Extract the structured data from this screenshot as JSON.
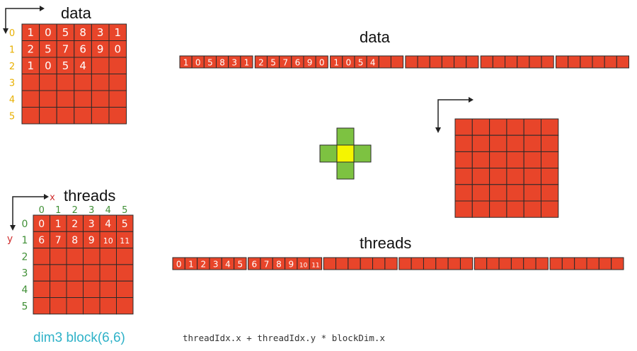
{
  "labels": {
    "data_top_left": "data",
    "data_center": "data",
    "threads_left": "threads",
    "threads_center": "threads",
    "axis_x": "x",
    "axis_y": "y",
    "block_decl": "dim3 block(6,6)",
    "index_formula": "threadIdx.x + threadIdx.y * blockDim.x"
  },
  "data_grid": {
    "row_indices": [
      "0",
      "1",
      "2",
      "3",
      "4",
      "5"
    ],
    "rows": [
      [
        "1",
        "0",
        "5",
        "8",
        "3",
        "1"
      ],
      [
        "2",
        "5",
        "7",
        "6",
        "9",
        "0"
      ],
      [
        "1",
        "0",
        "5",
        "4",
        "",
        ""
      ],
      [
        "",
        "",
        "",
        "",
        "",
        ""
      ],
      [
        "",
        "",
        "",
        "",
        "",
        ""
      ],
      [
        "",
        "",
        "",
        "",
        "",
        ""
      ]
    ]
  },
  "thread_grid": {
    "col_indices": [
      "0",
      "1",
      "2",
      "3",
      "4",
      "5"
    ],
    "row_indices": [
      "0",
      "1",
      "2",
      "3",
      "4",
      "5"
    ],
    "rows": [
      [
        "0",
        "1",
        "2",
        "3",
        "4",
        "5"
      ],
      [
        "6",
        "7",
        "8",
        "9",
        "10",
        "11"
      ],
      [
        "",
        "",
        "",
        "",
        "",
        ""
      ],
      [
        "",
        "",
        "",
        "",
        "",
        ""
      ],
      [
        "",
        "",
        "",
        "",
        "",
        ""
      ],
      [
        "",
        "",
        "",
        "",
        "",
        ""
      ]
    ]
  },
  "data_linear": [
    [
      "1",
      "0",
      "5",
      "8",
      "3",
      "1"
    ],
    [
      "2",
      "5",
      "7",
      "6",
      "9",
      "0"
    ],
    [
      "1",
      "0",
      "5",
      "4",
      "",
      ""
    ],
    [
      "",
      "",
      "",
      "",
      "",
      ""
    ],
    [
      "",
      "",
      "",
      "",
      "",
      ""
    ],
    [
      "",
      "",
      "",
      "",
      "",
      ""
    ]
  ],
  "threads_linear": [
    [
      "0",
      "1",
      "2",
      "3",
      "4",
      "5"
    ],
    [
      "6",
      "7",
      "8",
      "9",
      "10",
      "11"
    ],
    [
      "",
      "",
      "",
      "",
      "",
      ""
    ],
    [
      "",
      "",
      "",
      "",
      "",
      ""
    ],
    [
      "",
      "",
      "",
      "",
      "",
      ""
    ],
    [
      "",
      "",
      "",
      "",
      "",
      ""
    ]
  ],
  "colors": {
    "cell_fill": "#e8452a",
    "cell_stroke": "#2a2a2a",
    "cell_text": "#ffffff",
    "stencil_arm": "#7dc241",
    "stencil_center": "#f5f500",
    "index_yellow": "#e8b000",
    "index_green": "#3f8f35",
    "axis_red": "#d03030",
    "caption_teal": "#2fb2c8"
  }
}
